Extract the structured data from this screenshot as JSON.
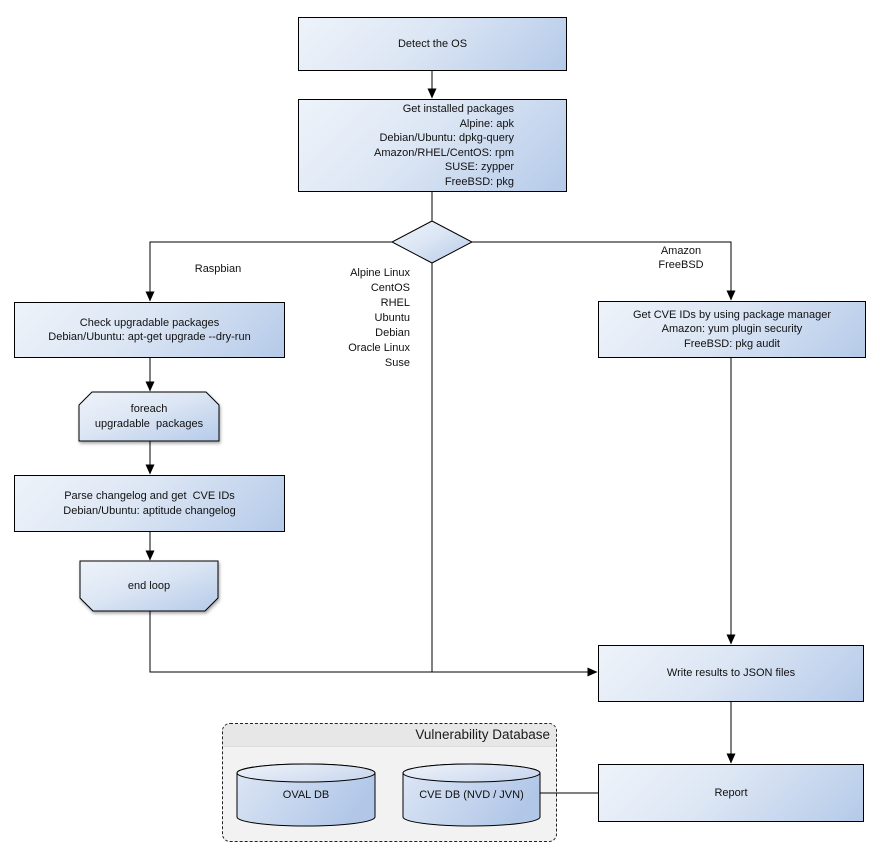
{
  "nodes": {
    "detect_os": {
      "label": "Detect the OS"
    },
    "get_installed_packages": {
      "label": "Get installed packages\nAlpine: apk\nDebian/Ubuntu: dpkg-query\nAmazon/RHEL/CentOS: rpm\nSUSE: zypper\nFreeBSD: pkg"
    },
    "check_upgradable": {
      "label": "Check upgradable packages\nDebian/Ubuntu: apt-get upgrade --dry-run"
    },
    "foreach_loop": {
      "label": "foreach\nupgradable  packages"
    },
    "parse_changelog": {
      "label": "Parse changelog and get  CVE IDs\nDebian/Ubuntu: aptitude changelog"
    },
    "end_loop": {
      "label": "end loop"
    },
    "get_cve_ids": {
      "label": "Get CVE IDs by using package manager\nAmazon: yum plugin security\nFreeBSD: pkg audit"
    },
    "write_results": {
      "label": "Write results to JSON files"
    },
    "report": {
      "label": "Report"
    }
  },
  "edge_labels": {
    "raspbian": "Raspbian",
    "os_list": "Alpine Linux\nCentOS\nRHEL\nUbuntu\nDebian\nOracle Linux\nSuse",
    "amazon_freebsd": "Amazon\nFreeBSD"
  },
  "database": {
    "title": "Vulnerability Database",
    "oval_db_label": "OVAL DB",
    "cve_db_label": "CVE DB (NVD / JVN)"
  },
  "colors": {
    "node_gradient_start": "#eef3fa",
    "node_gradient_end": "#b5cae9",
    "border": "#000000",
    "container_body": "#f2f2f2",
    "container_header": "#e7e7e7",
    "connector": "#000000"
  }
}
